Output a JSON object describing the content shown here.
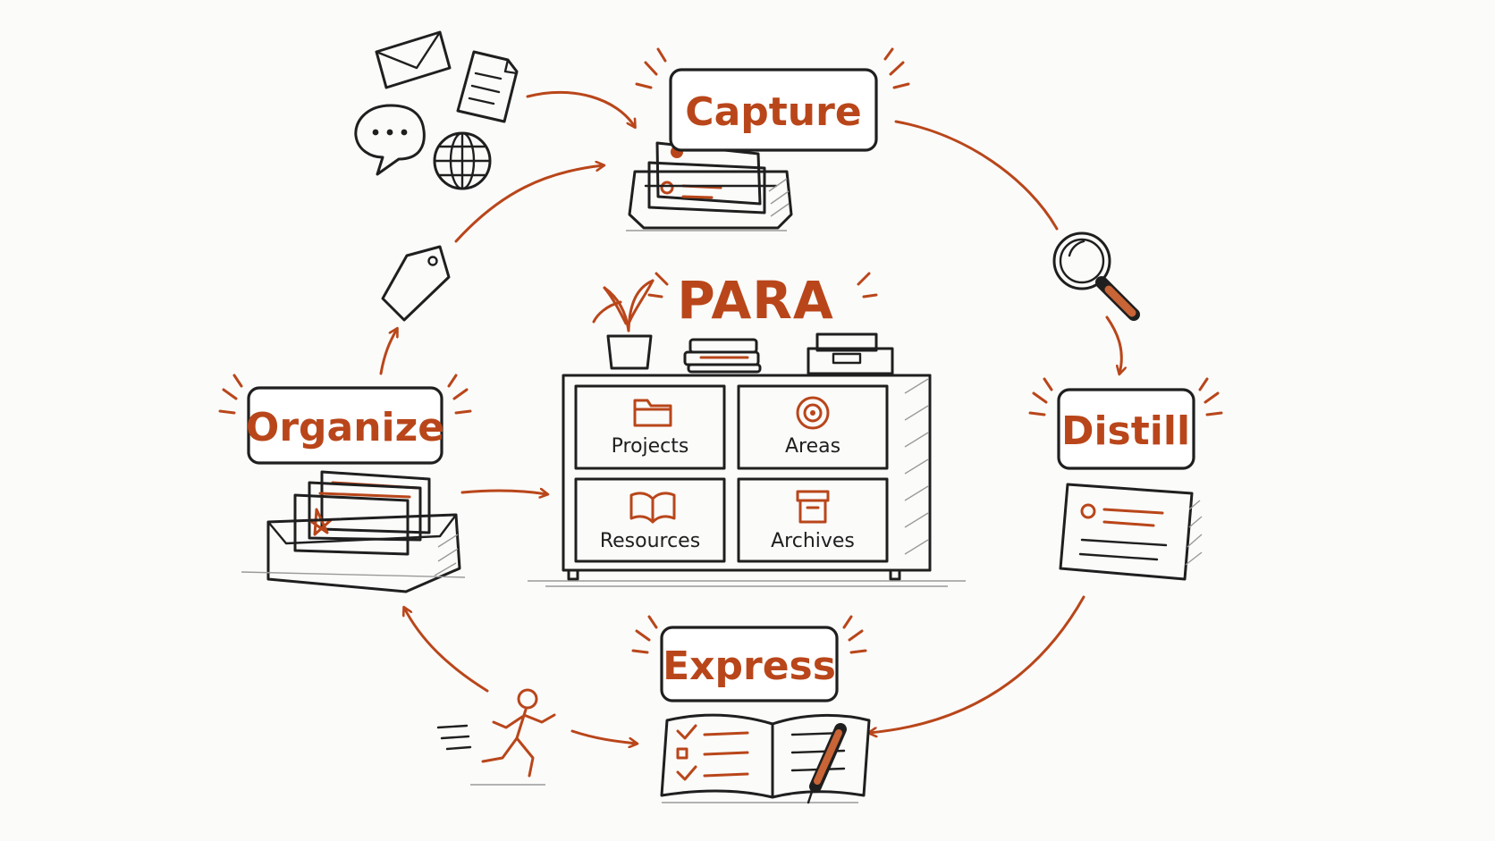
{
  "title": "PARA",
  "stages": {
    "capture": "Capture",
    "distill": "Distill",
    "express": "Express",
    "organize": "Organize"
  },
  "drawers": {
    "projects": "Projects",
    "areas": "Areas",
    "resources": "Resources",
    "archives": "Archives"
  },
  "colors": {
    "accent": "#b9461a",
    "ink": "#1f1f1f",
    "background": "#fbfbfa"
  },
  "icons": [
    "envelope-icon",
    "document-icon",
    "chat-bubble-icon",
    "globe-icon",
    "tag-icon",
    "magnifier-icon",
    "inbox-tray-icon",
    "file-box-icon",
    "note-card-icon",
    "notebook-icon",
    "pen-icon",
    "runner-icon",
    "plant-icon",
    "books-icon",
    "storage-box-icon",
    "folder-icon",
    "target-icon",
    "open-book-icon",
    "archive-box-icon"
  ]
}
